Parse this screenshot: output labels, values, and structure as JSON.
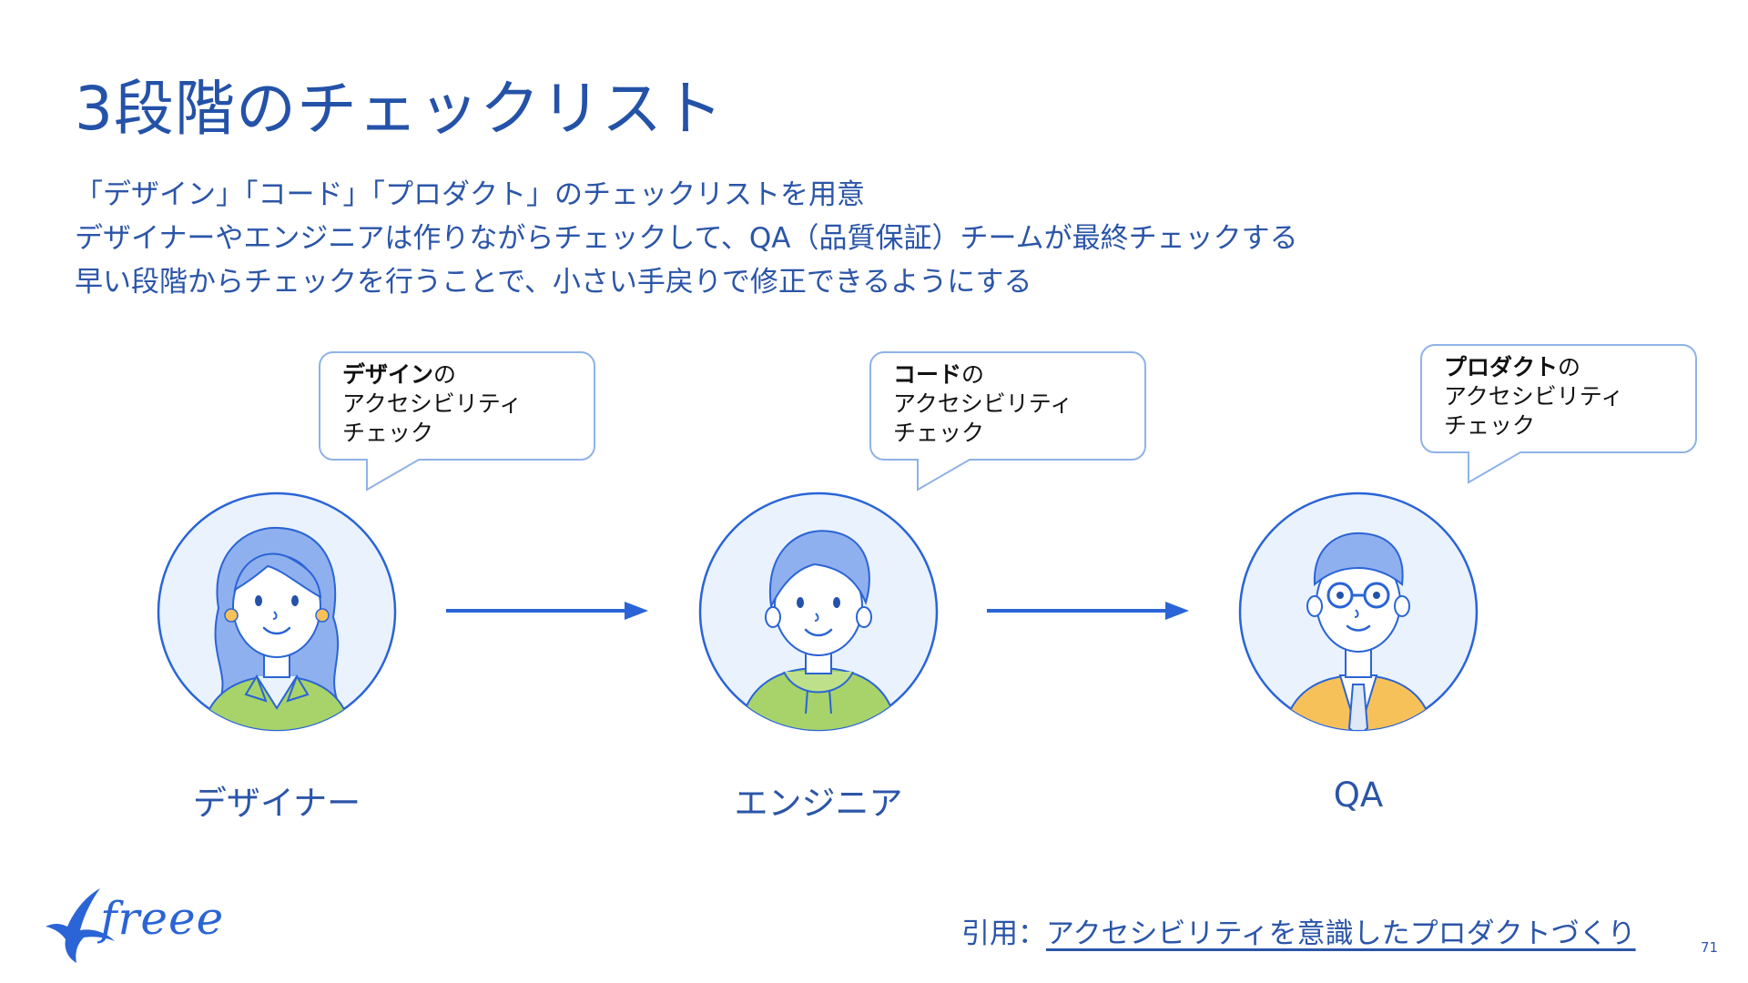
{
  "slide": {
    "title": "3段階のチェックリスト",
    "bullets": [
      "「デザイン」「コード」「プロダクト」のチェックリストを用意",
      "デザイナーやエンジニアは作りながらチェックして、QA（品質保証）チームが最終チェックする",
      "早い段階からチェックを行うことで、小さい手戻りで修正できるようにする"
    ],
    "page_number": "71"
  },
  "steps": [
    {
      "bubble_bold": "デザイン",
      "bubble_suffix": "の",
      "bubble_line2": "アクセシビリティ",
      "bubble_line3": "チェック",
      "role": "デザイナー"
    },
    {
      "bubble_bold": "コード",
      "bubble_suffix": "の",
      "bubble_line2": "アクセシビリティ",
      "bubble_line3": "チェック",
      "role": "エンジニア"
    },
    {
      "bubble_bold": "プロダクト",
      "bubble_suffix": "の",
      "bubble_line2": "アクセシビリティ",
      "bubble_line3": "チェック",
      "role": "QA"
    }
  ],
  "citation": {
    "prefix": "引用：",
    "link_text": "アクセシビリティを意識したプロダクトづくり"
  },
  "brand": {
    "logo_text": "freee",
    "logo_icon": "swallow-bird-icon"
  },
  "colors": {
    "primary": "#2452a8",
    "accent_blue": "#2a64d6",
    "bubble_border": "#8fb2e8",
    "avatar_bg": "#eaf2fd",
    "hair": "#8fb0ee",
    "jacket_green": "#a7d36a",
    "hoodie_green": "#a7d36a",
    "jacket_orange": "#f7c15a"
  }
}
